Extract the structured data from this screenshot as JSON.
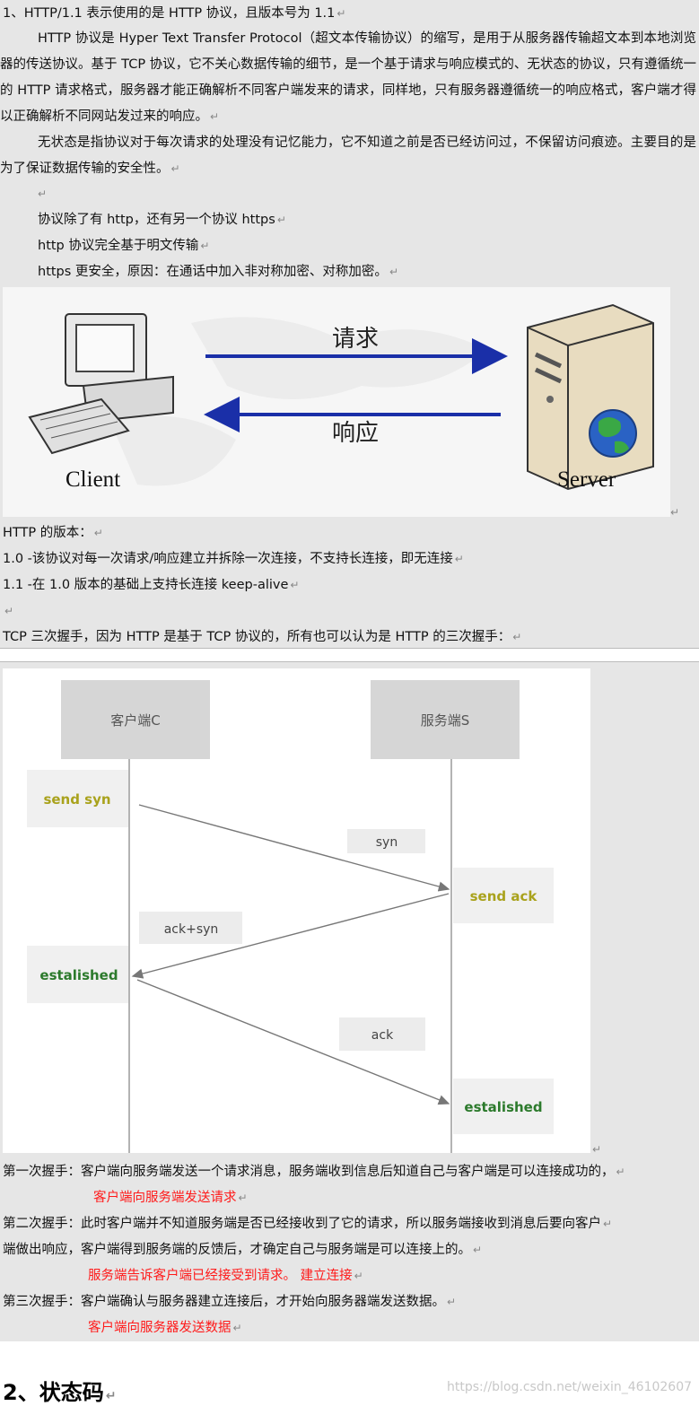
{
  "section1": {
    "heading": "1、HTTP/1.1  表示使用的是 HTTP 协议，且版本号为 1.1",
    "p1_lines": [
      "HTTP 协议是 Hyper Text Transfer Protocol（超文本传输协议）的缩写，是用于从服务器传输超文本到本",
      "地浏览器的传送协议。基于 TCP 协议，它不关心数据传输的细节，是一个基于请求与响应模式的、无状态",
      "的协议，只有遵循统一的  HTTP  请求格式，服务器才能正确解析不同客户端发来的请求，同样地，只有服",
      "务器遵循统一的响应格式，客户端才得以正确解析不同网站发过来的响应。"
    ],
    "p2_lines": [
      "无状态是指协议对于每次请求的处理没有记忆能力，它不知道之前是否已经访问过，不保留访问痕迹。",
      "主要目的是为了保证数据传输的安全性。"
    ],
    "note1": "协议除了有 http，还有另一个协议  https",
    "note2": "http 协议完全基于明文传输",
    "note3": "https 更安全，原因：在通话中加入非对称加密、对称加密。"
  },
  "client_server_figure": {
    "request_label": "请求",
    "response_label": "响应",
    "client_label": "Client",
    "server_label": "Server",
    "arrow_color": "#1a2fa8"
  },
  "versions": {
    "heading": "HTTP 的版本：",
    "v10": "1.0 -该协议对每一次请求/响应建立并拆除一次连接，不支持长连接，即无连接",
    "v11": "1.1 -在 1.0 版本的基础上支持长连接 keep-alive",
    "tcp_intro": "TCP 三次握手，因为 HTTP 是基于 TCP 协议的，所有也可以认为是 HTTP 的三次握手："
  },
  "handshake_figure": {
    "client_header": "客户端C",
    "server_header": "服务端S",
    "send_syn": "send syn",
    "syn": "syn",
    "send_ack": "send ack",
    "ack_syn": "ack+syn",
    "established_client": "estalished",
    "ack": "ack",
    "established_server": "estalished",
    "olive_color": "#a9a21c",
    "green_color": "#2c7a2c"
  },
  "steps": {
    "first": "第一次握手：客户端向服务端发送一个请求消息，服务端收到信息后知道自己与客户端是可以连接成功的，",
    "first_red": "客户端向服务端发送请求",
    "second_l1": "第二次握手：此时客户端并不知道服务端是否已经接收到了它的请求，所以服务端接收到消息后要向客户",
    "second_l2": "端做出响应，客户端得到服务端的反馈后，才确定自己与服务端是可以连接上的。",
    "second_red": "服务端告诉客户端已经接受到请求。  建立连接",
    "third": "第三次握手：客户端确认与服务器建立连接后，才开始向服务器端发送数据。",
    "third_red": "客户端向服务器发送数据"
  },
  "section2_title": "2、状态码",
  "watermark": "https://blog.csdn.net/weixin_46102607",
  "paragraph_mark": "↵"
}
